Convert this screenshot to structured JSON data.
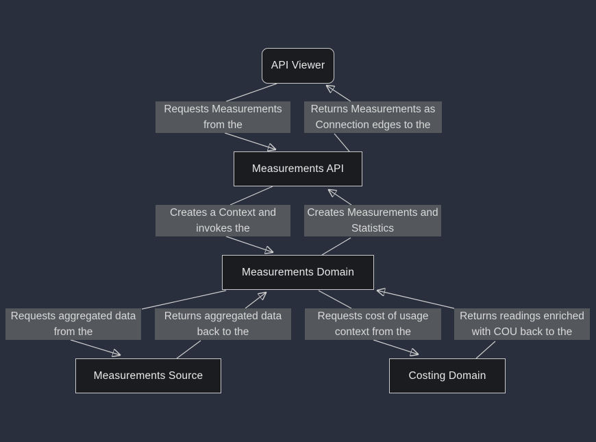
{
  "diagram": {
    "type": "flowchart",
    "direction": "top-down",
    "theme": "dark"
  },
  "colors": {
    "background": "#2a2f3d",
    "node_fill": "#1b1c1f",
    "node_border": "#c9c9c9",
    "node_text": "#e9e9e9",
    "edge_label_background": "#54575c",
    "edge_label_text": "#d9d9d9",
    "edge_line": "#cfcfcf"
  },
  "nodes": [
    {
      "label": "API Viewer",
      "shape": "rounded-rectangle"
    },
    {
      "label": "Measurements API",
      "shape": "rectangle"
    },
    {
      "label": "Measurements Domain",
      "shape": "rectangle"
    },
    {
      "label": "Measurements Source",
      "shape": "rectangle"
    },
    {
      "label": "Costing Domain",
      "shape": "rectangle"
    }
  ],
  "edge_labels": [
    {
      "lines": [
        "Requests Measurements",
        "from the"
      ]
    },
    {
      "lines": [
        "Returns Measurements as",
        "Connection edges to the"
      ]
    },
    {
      "lines": [
        "Creates a Context and",
        "invokes the"
      ]
    },
    {
      "lines": [
        "Creates Measurements and",
        "Statistics"
      ]
    },
    {
      "lines": [
        "Requests aggregated data",
        "from the"
      ]
    },
    {
      "lines": [
        "Returns aggregated data",
        "back to the"
      ]
    },
    {
      "lines": [
        "Requests cost of usage",
        "context from the"
      ]
    },
    {
      "lines": [
        "Returns readings enriched",
        "with COU back to the"
      ]
    }
  ],
  "edges": [
    {
      "from": "API Viewer",
      "label": "Requests Measurements from the",
      "to": "Measurements API"
    },
    {
      "from": "Measurements API",
      "label": "Returns Measurements as Connection edges to the",
      "to": "API Viewer"
    },
    {
      "from": "Measurements API",
      "label": "Creates a Context and invokes the",
      "to": "Measurements Domain"
    },
    {
      "from": "Measurements Domain",
      "label": "Creates Measurements and Statistics",
      "to": "Measurements API"
    },
    {
      "from": "Measurements Domain",
      "label": "Requests aggregated data from the",
      "to": "Measurements Source"
    },
    {
      "from": "Measurements Source",
      "label": "Returns aggregated data back to the",
      "to": "Measurements Domain"
    },
    {
      "from": "Measurements Domain",
      "label": "Requests cost of usage context from the",
      "to": "Costing Domain"
    },
    {
      "from": "Costing Domain",
      "label": "Returns readings enriched with COU back to the",
      "to": "Measurements Domain"
    }
  ]
}
